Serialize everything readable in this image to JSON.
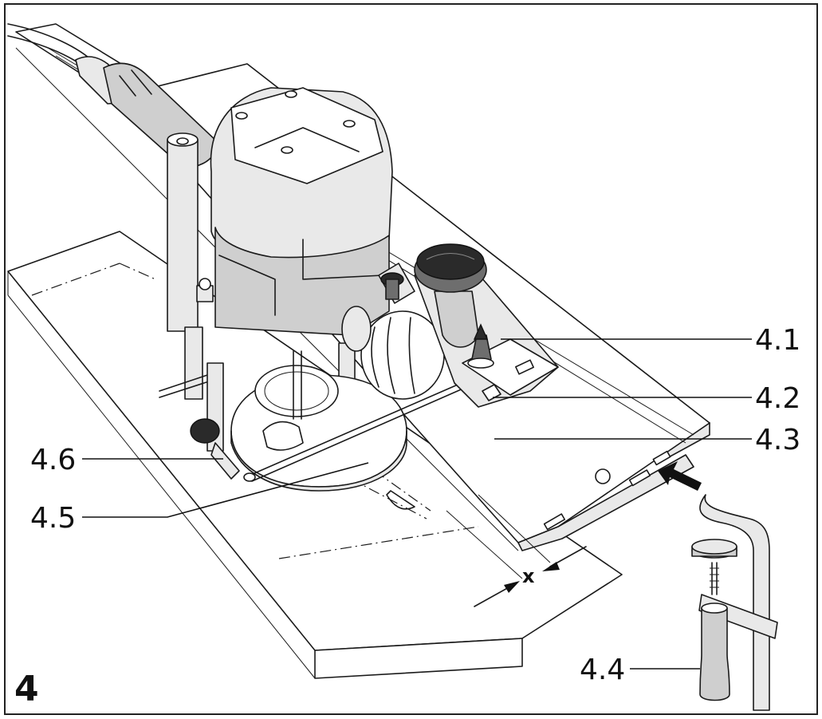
{
  "figure": {
    "number": "4",
    "callouts": [
      "4.1",
      "4.2",
      "4.3",
      "4.4",
      "4.5",
      "4.6"
    ],
    "dimension_label": "x"
  },
  "colors": {
    "line": "#1a1a1a",
    "light_grey": "#e9e9e9",
    "mid_grey": "#cfcfcf",
    "dark_grey": "#6e6e6e",
    "knob_black": "#2a2a2a"
  }
}
